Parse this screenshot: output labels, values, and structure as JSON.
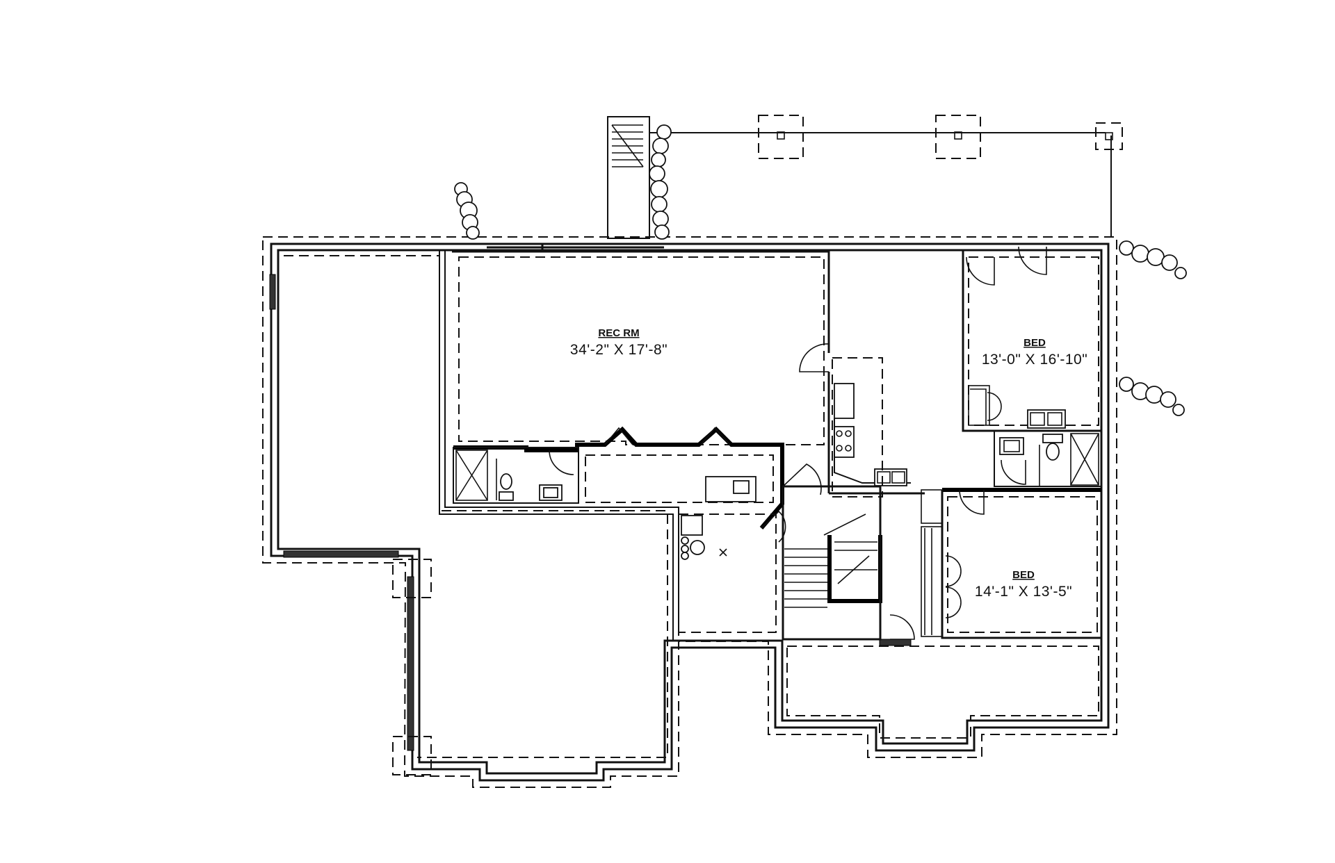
{
  "drawing": {
    "type": "basement floor plan",
    "stroke_color": "#111111",
    "background_color": "#ffffff"
  },
  "rooms": {
    "rec_room": {
      "title": "REC RM",
      "dimensions": "34'-2\" X 17'-8\""
    },
    "bedroom_1": {
      "title": "BED",
      "dimensions": "13'-0\" X 16'-10\""
    },
    "bedroom_2": {
      "title": "BED",
      "dimensions": "14'-1\" X 13'-5\""
    }
  },
  "icons": [
    "shrub-icon",
    "post-icon",
    "door-swing-icon",
    "stair-icon",
    "sink-icon",
    "toilet-icon",
    "shower-icon",
    "range-icon",
    "water-heater-icon"
  ]
}
